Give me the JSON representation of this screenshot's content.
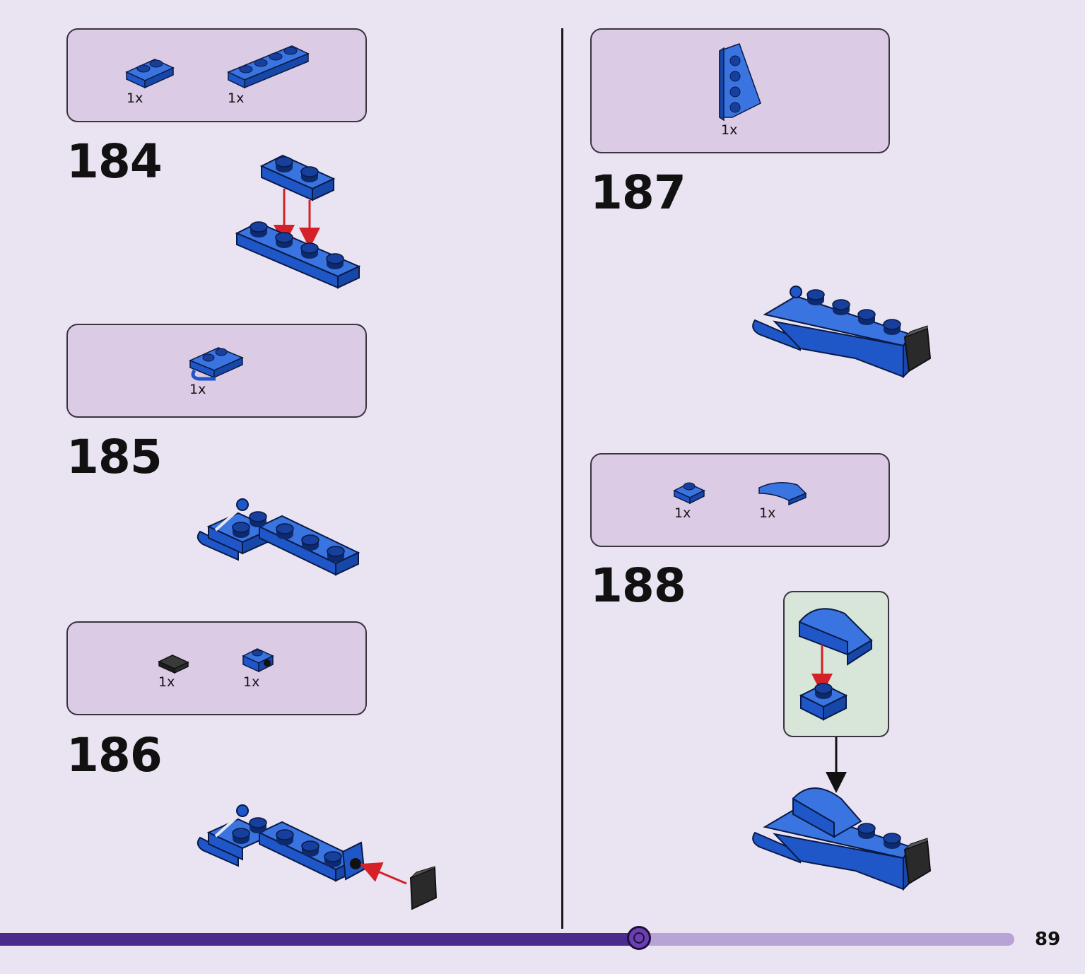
{
  "page": {
    "number": "89"
  },
  "progress": {
    "fraction": 0.63
  },
  "steps": [
    {
      "number": "184",
      "parts": [
        {
          "qty": "1x",
          "icon": "plate-1x2-blue"
        },
        {
          "qty": "1x",
          "icon": "plate-1x4-blue"
        }
      ]
    },
    {
      "number": "185",
      "parts": [
        {
          "qty": "1x",
          "icon": "plate-with-bar-blue"
        }
      ]
    },
    {
      "number": "186",
      "parts": [
        {
          "qty": "1x",
          "icon": "tile-1x1-black"
        },
        {
          "qty": "1x",
          "icon": "bracket-with-pin-blue"
        }
      ]
    },
    {
      "number": "187",
      "parts": [
        {
          "qty": "1x",
          "icon": "wedge-plate-blue"
        }
      ]
    },
    {
      "number": "188",
      "parts": [
        {
          "qty": "1x",
          "icon": "plate-1x1-round-stud-blue"
        },
        {
          "qty": "1x",
          "icon": "curved-slope-blue"
        }
      ]
    }
  ],
  "colors": {
    "brick_blue": "#1f56c8",
    "arrow_red": "#d62028",
    "panel_lilac": "#dccbe5",
    "subassembly_green": "#d8e6da",
    "progress_fill": "#4a2a8c",
    "progress_track": "#b7a3d6"
  }
}
